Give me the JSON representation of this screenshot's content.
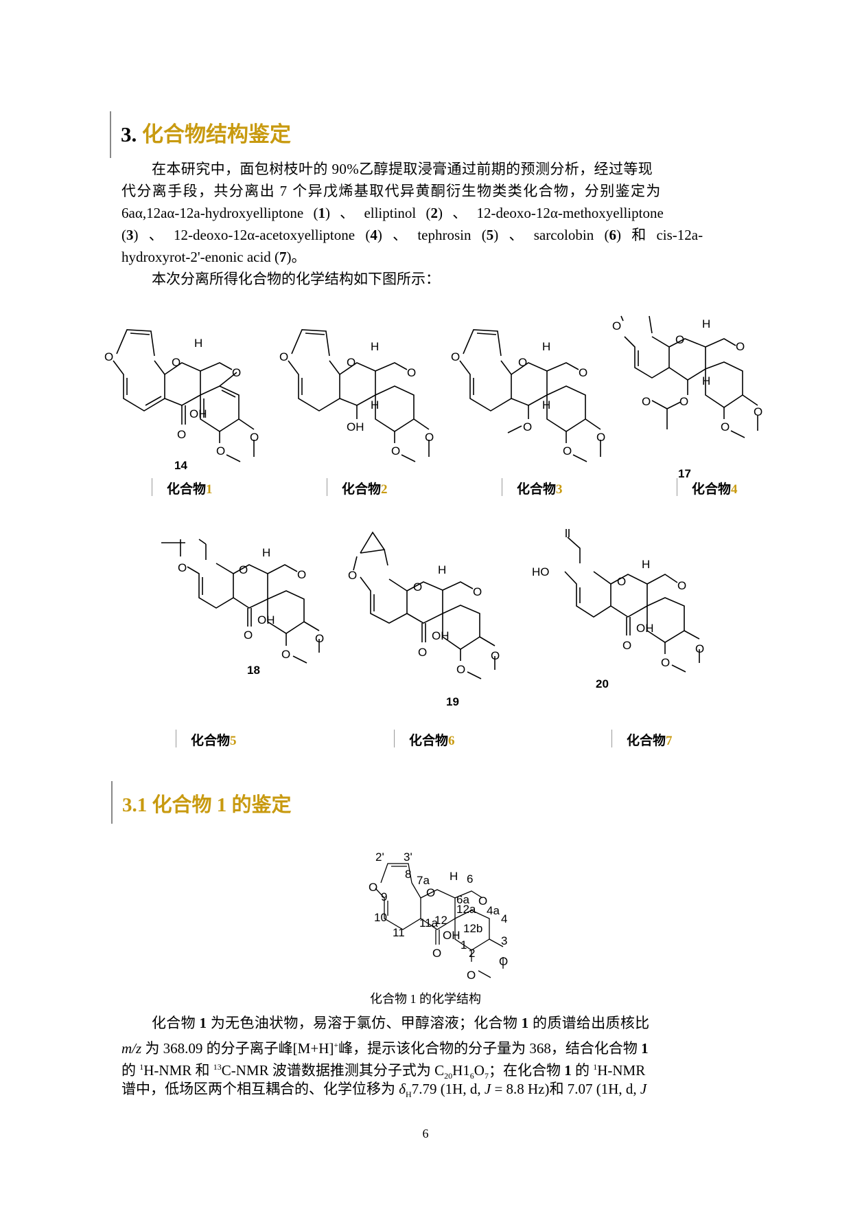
{
  "section": {
    "number": "3.",
    "title": "化合物结构鉴定"
  },
  "intro": {
    "lines": [
      "在本研究中，面包树枝叶的 90%乙醇提取浸膏通过前期的预测分析，经过等现",
      "代分离手段，共分离出 7 个异戊烯基取代异黄酮衍生物类类化合物，分别鉴定为"
    ],
    "compounds": [
      {
        "name": "6aα,12aα-12a-hydroxyelliptone",
        "id": "1"
      },
      {
        "name": "elliptinol",
        "id": "2"
      },
      {
        "name": "12-deoxo-12α-methoxyelliptone",
        "id": "3"
      },
      {
        "name": "12-deoxo-12α-acetoxyelliptone",
        "id": "4"
      },
      {
        "name": "tephrosin",
        "id": "5"
      },
      {
        "name": "sarcolobin",
        "id": "6"
      },
      {
        "name": "cis-12a-hydroxyrot-2'-enonic acid",
        "id": "7"
      }
    ],
    "figure_intro": "本次分离所得化合物的化学结构如下图所示："
  },
  "structures": {
    "caption_prefix": "化合物",
    "row1": [
      {
        "id": "1",
        "stray_label": "14"
      },
      {
        "id": "2"
      },
      {
        "id": "3"
      },
      {
        "id": "4",
        "stray_label": "17"
      }
    ],
    "row2": [
      {
        "id": "5",
        "label": "18"
      },
      {
        "id": "6",
        "label": "19"
      },
      {
        "id": "7",
        "label": "20"
      }
    ]
  },
  "subsection": {
    "number": "3.1",
    "title": "化合物 1 的鉴定"
  },
  "compound1_figure": {
    "atom_labels": [
      "2'",
      "3'",
      "8",
      "7a",
      "9",
      "10",
      "11",
      "11a",
      "12",
      "12a",
      "6a",
      "6",
      "4a",
      "4",
      "3",
      "2",
      "1",
      "12b"
    ],
    "caption": "化合物 1 的化学结构"
  },
  "body": {
    "p1": {
      "l1a": "化合物 ",
      "l1b": "1",
      "l1c": " 为无色油状物，易溶于氯仿、甲醇溶液；化合物 ",
      "l1d": "1",
      "l1e": " 的质谱给出质核比",
      "l2a": "m/z",
      "l2b": " 为 368.09 的分子离子峰[M+H]",
      "l2sup": "+",
      "l2c": "峰，提示该化合物的分子量为 368，结合化合物 ",
      "l2d": "1",
      "l3a": "的 ",
      "l3sup1": "1",
      "l3b": "H-NMR 和 ",
      "l3sup2": "13",
      "l3c": "C-NMR 波谱数据推测其分子式为 C",
      "l3sub1": "20",
      "l3d": "H1",
      "l3sub2": "6",
      "l3e": "O",
      "l3sub3": "7",
      "l3f": "；在化合物 ",
      "l3g": "1",
      "l3h": " 的 ",
      "l3sup3": "1",
      "l3i": "H-NMR",
      "l4a": "谱中，低场区两个相互耦合的、化学位移为 ",
      "l4delta": "δ",
      "l4sub": "H",
      "l4b": "7.79 (1H, d, ",
      "l4J": "J",
      "l4c": " = 8.8 Hz)和 7.07 (1H, d, ",
      "l4J2": "J"
    }
  },
  "page_number": "6",
  "colors": {
    "heading_gold": "#c89a10",
    "text": "#000000"
  }
}
